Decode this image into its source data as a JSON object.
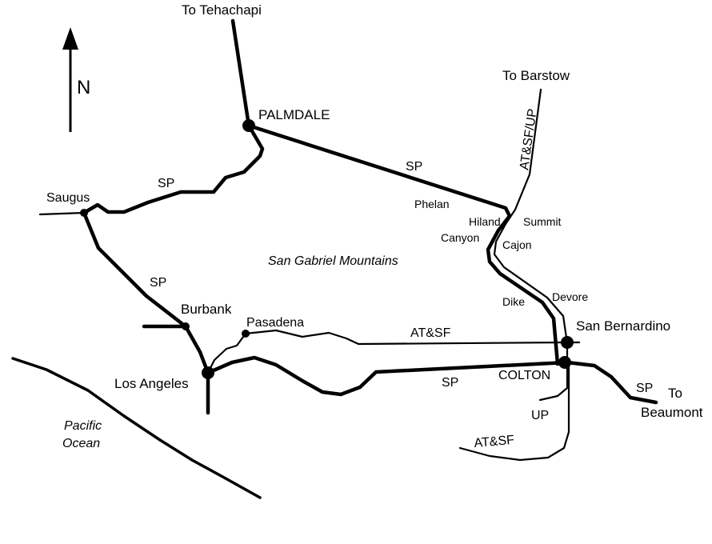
{
  "compass": {
    "label": "N",
    "icon": "north-arrow-icon"
  },
  "colors": {
    "line": "#000000",
    "background": "#ffffff"
  },
  "places": {
    "to_tehachapi": "To Tehachapi",
    "palmdale": "PALMDALE",
    "to_barstow": "To Barstow",
    "saugus": "Saugus",
    "phelan": "Phelan",
    "hiland": "Hiland",
    "summit": "Summit",
    "canyon": "Canyon",
    "cajon": "Cajon",
    "burbank": "Burbank",
    "pasadena": "Pasadena",
    "dike": "Dike",
    "devore": "Devore",
    "san_bernardino": "San Bernardino",
    "los_angeles": "Los Angeles",
    "colton": "COLTON",
    "to": "To",
    "beaumont": "Beaumont"
  },
  "regions": {
    "mountains": "San Gabriel Mountains",
    "pacific": "Pacific",
    "ocean": "Ocean"
  },
  "railroads": {
    "sp_palmdale": "SP",
    "sp_saugus": "SP",
    "sp_la_saugus": "SP",
    "sp_colton": "SP",
    "sp_beaumont": "SP",
    "atsf_up": "AT&SF/UP",
    "atsf_pasadena": "AT&SF",
    "atsf_south": "AT&SF",
    "up_south": "UP"
  }
}
